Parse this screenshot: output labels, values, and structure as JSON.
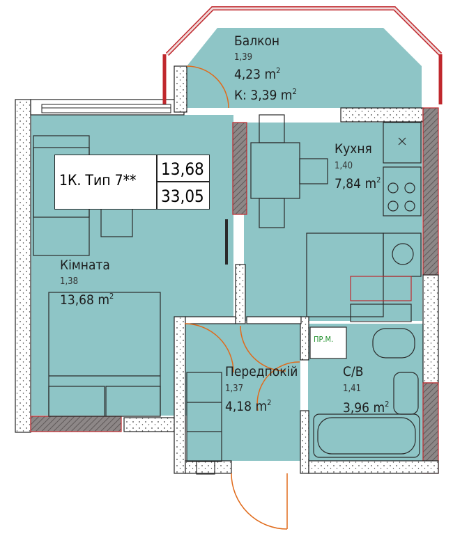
{
  "plan": {
    "info": {
      "type": "1К. Тип 7**",
      "living_area": "13,68",
      "total_area": "33,05"
    },
    "rooms": [
      {
        "id": "balcony",
        "name": "Балкон",
        "code": "1,39",
        "area": "4,23 m",
        "extra": "К: 3,39 m"
      },
      {
        "id": "kitchen",
        "name": "Кухня",
        "code": "1,40",
        "area": "7,84 m"
      },
      {
        "id": "room",
        "name": "Кімната",
        "code": "1,38",
        "area": "13,68 m"
      },
      {
        "id": "hall",
        "name": "Передпокій",
        "code": "1,37",
        "area": "4,18 m"
      },
      {
        "id": "bathroom",
        "name": "С/В",
        "code": "1,41",
        "area": "3,96 m"
      }
    ],
    "shaft_label": "ПР.М.",
    "colors": {
      "floor": "#8ec5c6",
      "wall": "#8a8585",
      "outline": "#222222",
      "red": "#c0282d",
      "orange": "#e06a1a",
      "shaft_text": "#1f8f2a"
    }
  }
}
